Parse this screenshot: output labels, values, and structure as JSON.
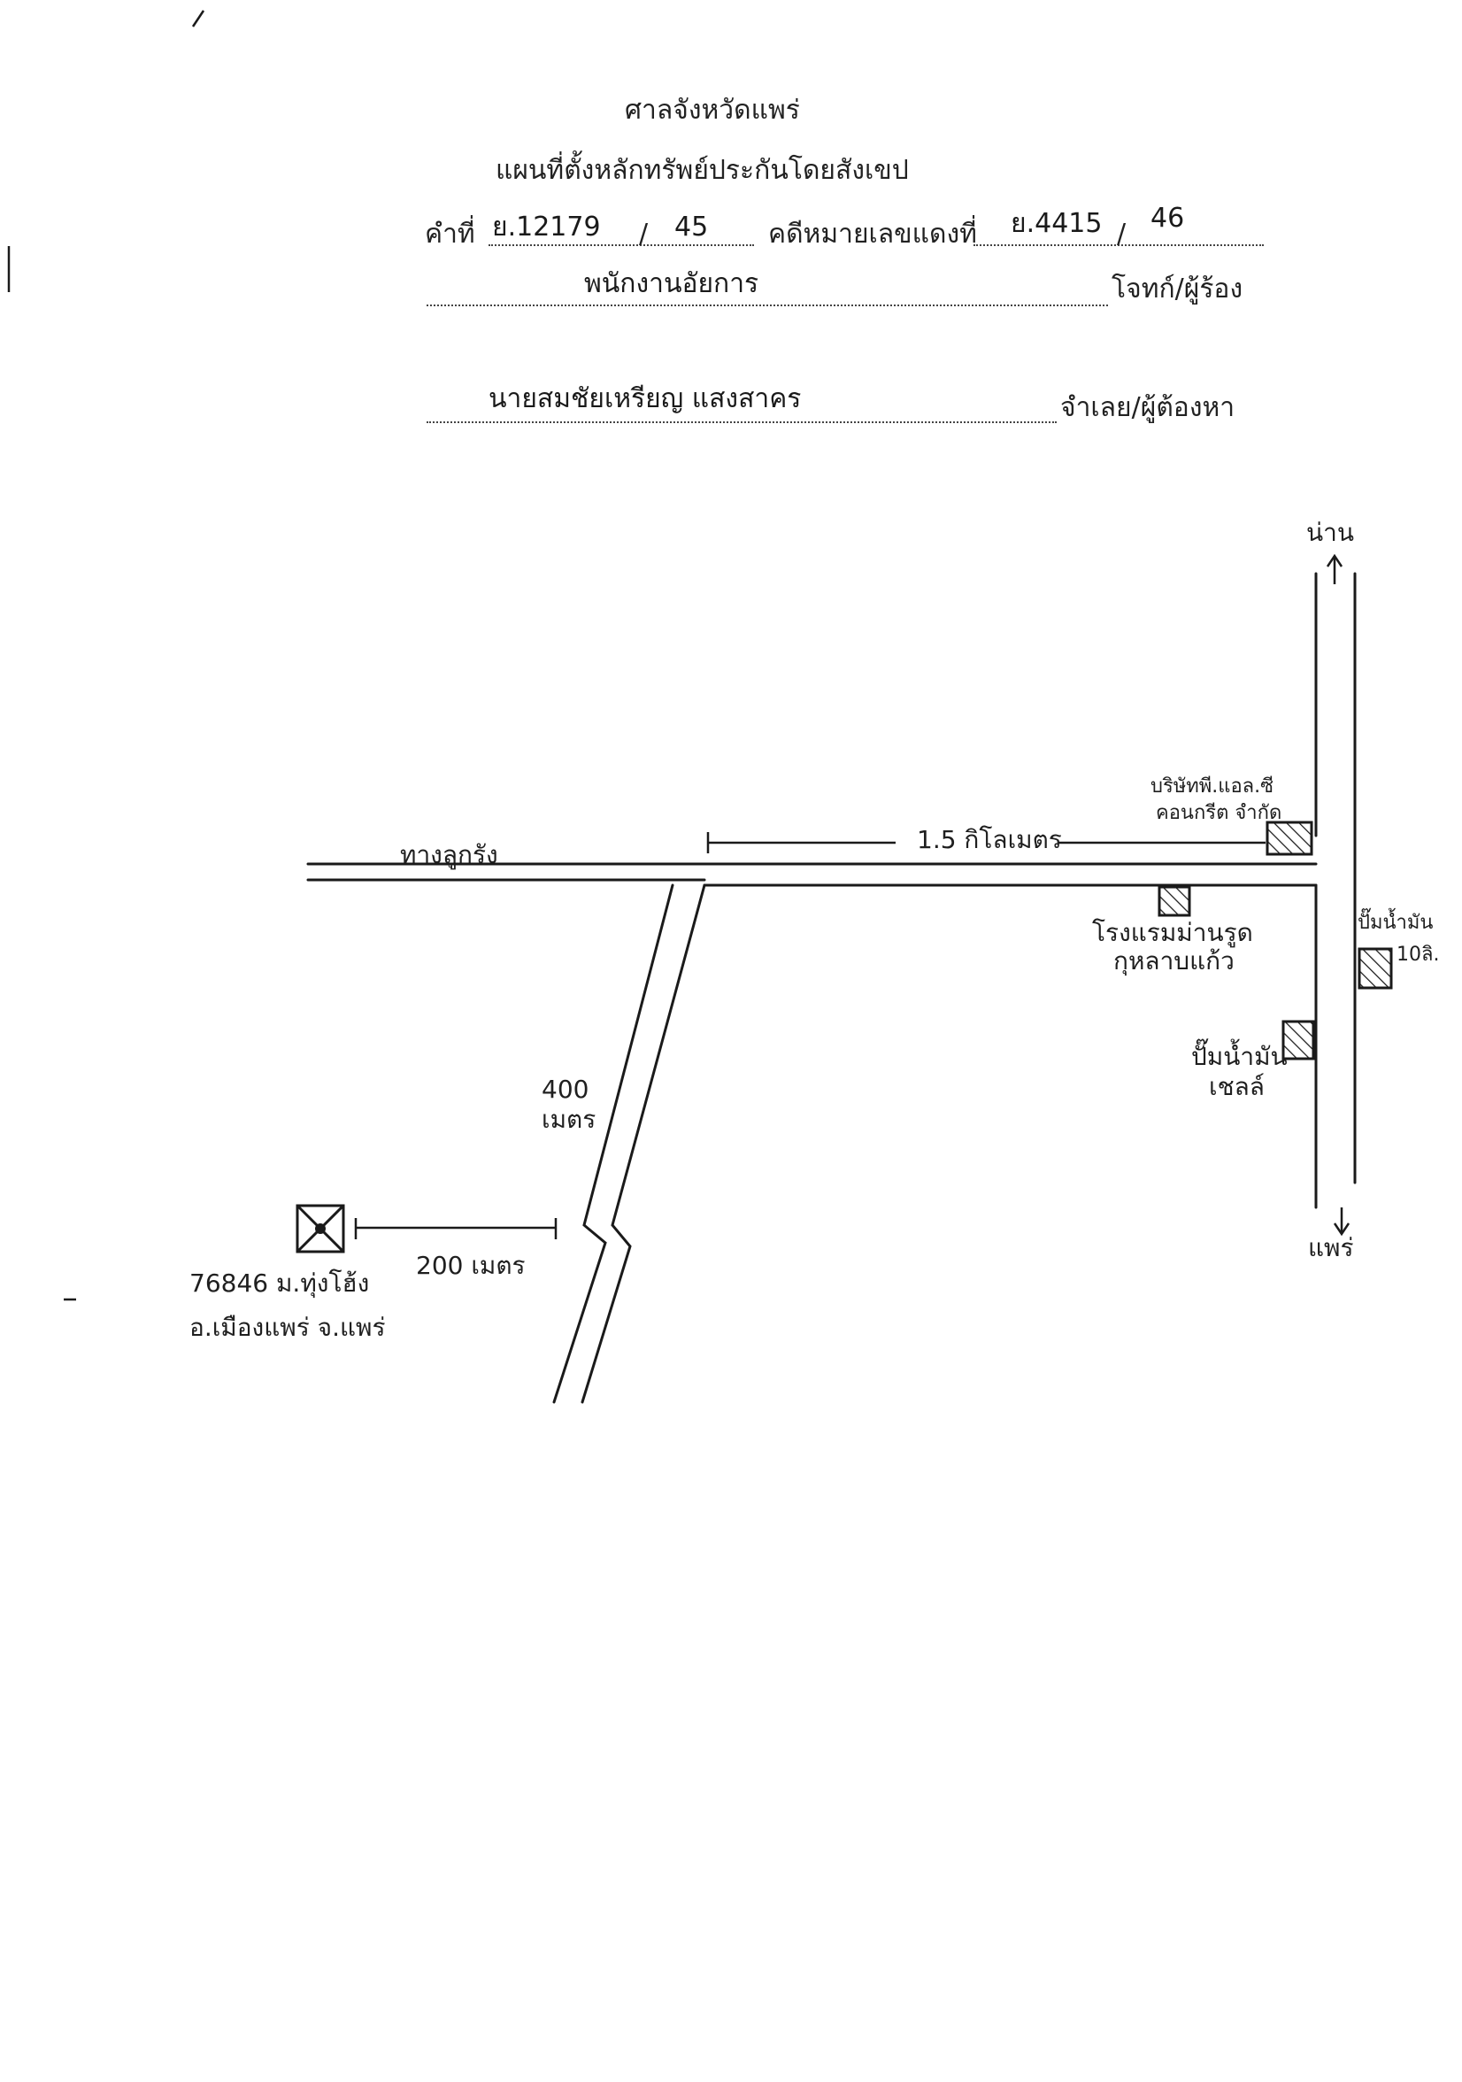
{
  "header": {
    "court": "ศาลจังหวัดแพร่",
    "title": "แผนที่ตั้งหลักทรัพย์ประกันโดยสังเขป",
    "order_label": "คำที่",
    "order_no": "ย.12179",
    "order_year": "45",
    "red_case_label": "คดีหมายเลขแดงที่",
    "red_case_no": "ย.4415",
    "red_case_year": "46",
    "plaintiff_name": "พนักงานอัยการ",
    "plaintiff_role": "โจทก์/ผู้ร้อง",
    "defendant_name": "นายสมชัยเหรียญ แสงสาคร",
    "defendant_role": "จำเลย/ผู้ต้องหา"
  },
  "map": {
    "north_label": "น่าน",
    "south_label": "แพร่",
    "road_west_label": "ทางลูกรัง",
    "distance_main": "1.5 กิโลเมตร",
    "distance_side": "400 เมตร",
    "distance_plot": "200 เมตร",
    "company_label_1": "บริษัทพี.แอล.ซี",
    "company_label_2": "คอนกรีต จำกัด",
    "resort_label_1": "โรงแรมม่านรูด",
    "resort_label_2": "กุหลาบแก้ว",
    "station_ten_label_1": "ปั๊มน้ำมัน",
    "station_ten_label_2": "10ลิ.",
    "shell_label_1": "ปั๊มน้ำมัน",
    "shell_label_2": "เชลล์",
    "plot_label_1": "76846 ม.ทุ่งโฮ้ง",
    "plot_label_2": "อ.เมืองแพร่ จ.แพร่"
  }
}
